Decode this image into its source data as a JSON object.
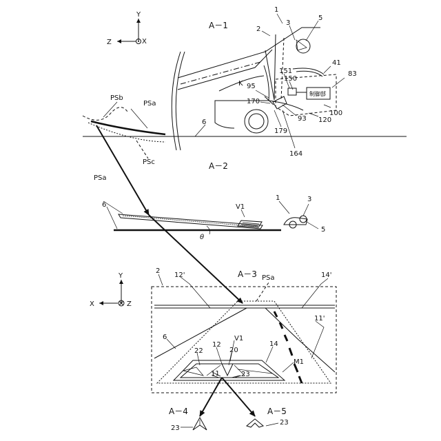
{
  "panels": {
    "a1": "A－1",
    "a2": "A－2",
    "a3": "A－3",
    "a4": "A－4",
    "a5": "A－5"
  },
  "axes": {
    "top": {
      "y": "Y",
      "z": "Z",
      "x": "X"
    },
    "bottom": {
      "y": "Y",
      "x": "X",
      "z": "Z"
    }
  },
  "a1": {
    "ref_1": "1",
    "ref_2": "2",
    "ref_3": "3",
    "ref_5": "5",
    "ref_41": "41",
    "ref_83": "83",
    "ref_151": "151",
    "ref_150": "150",
    "ref_95": "95",
    "ref_170": "170",
    "ref_93": "93",
    "ref_100": "100",
    "ref_120": "120",
    "ref_179": "179",
    "ref_164": "164",
    "ref_6": "6",
    "ref_k": "K",
    "psb": "PSb",
    "psa": "PSa",
    "psc": "PSc",
    "control_unit": "制御部"
  },
  "a2": {
    "psa": "PSa",
    "ref_6": "6",
    "v1": "V1",
    "ref_1": "1",
    "ref_3": "3",
    "ref_5": "5",
    "theta": "θ"
  },
  "a3": {
    "ref_2": "2",
    "ref_12p": "12'",
    "psa": "PSa",
    "ref_14p": "14'",
    "ref_11p": "11'",
    "ref_6": "6",
    "v1": "V1",
    "ref_12": "12",
    "ref_20": "20",
    "ref_14": "14",
    "ref_22": "22",
    "m1": "M1",
    "ref_11": "11",
    "ref_23": "23"
  },
  "a4": {
    "ref_23": "23"
  },
  "a5": {
    "ref_23": "23"
  }
}
